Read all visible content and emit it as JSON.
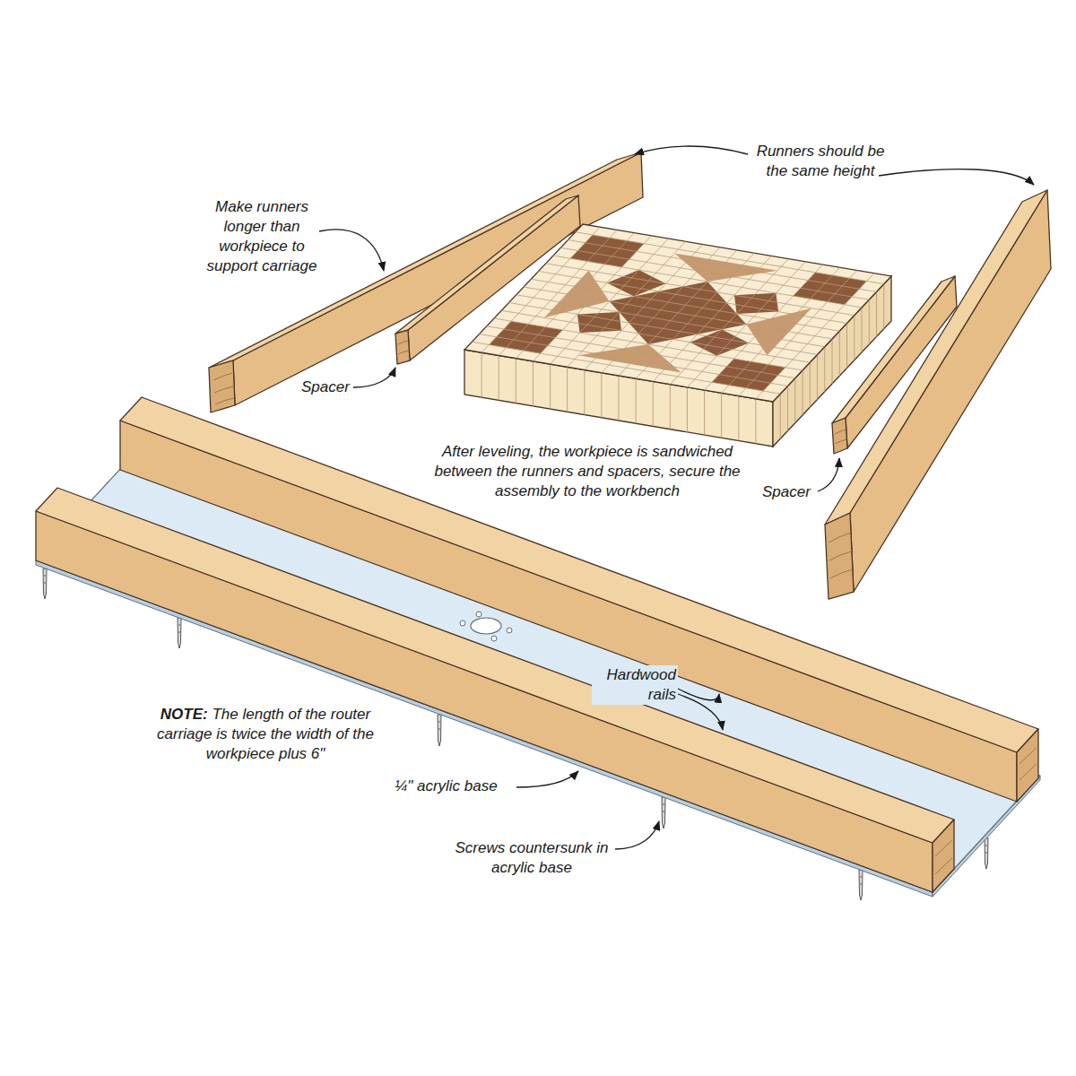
{
  "diagram": {
    "labels": [
      "Runners should be the same height",
      "Make runners longer than workpiece to support carriage",
      "Spacer",
      "After leveling, the workpiece is sandwiched between the runners and spacers, secure the assembly to the workbench",
      "Spacer",
      "Hardwood rails",
      "NOTE:",
      "The length of the router carriage is twice the width of the workpiece plus 6\"",
      "¼\" acrylic base",
      "Screws countersunk in acrylic base"
    ]
  }
}
